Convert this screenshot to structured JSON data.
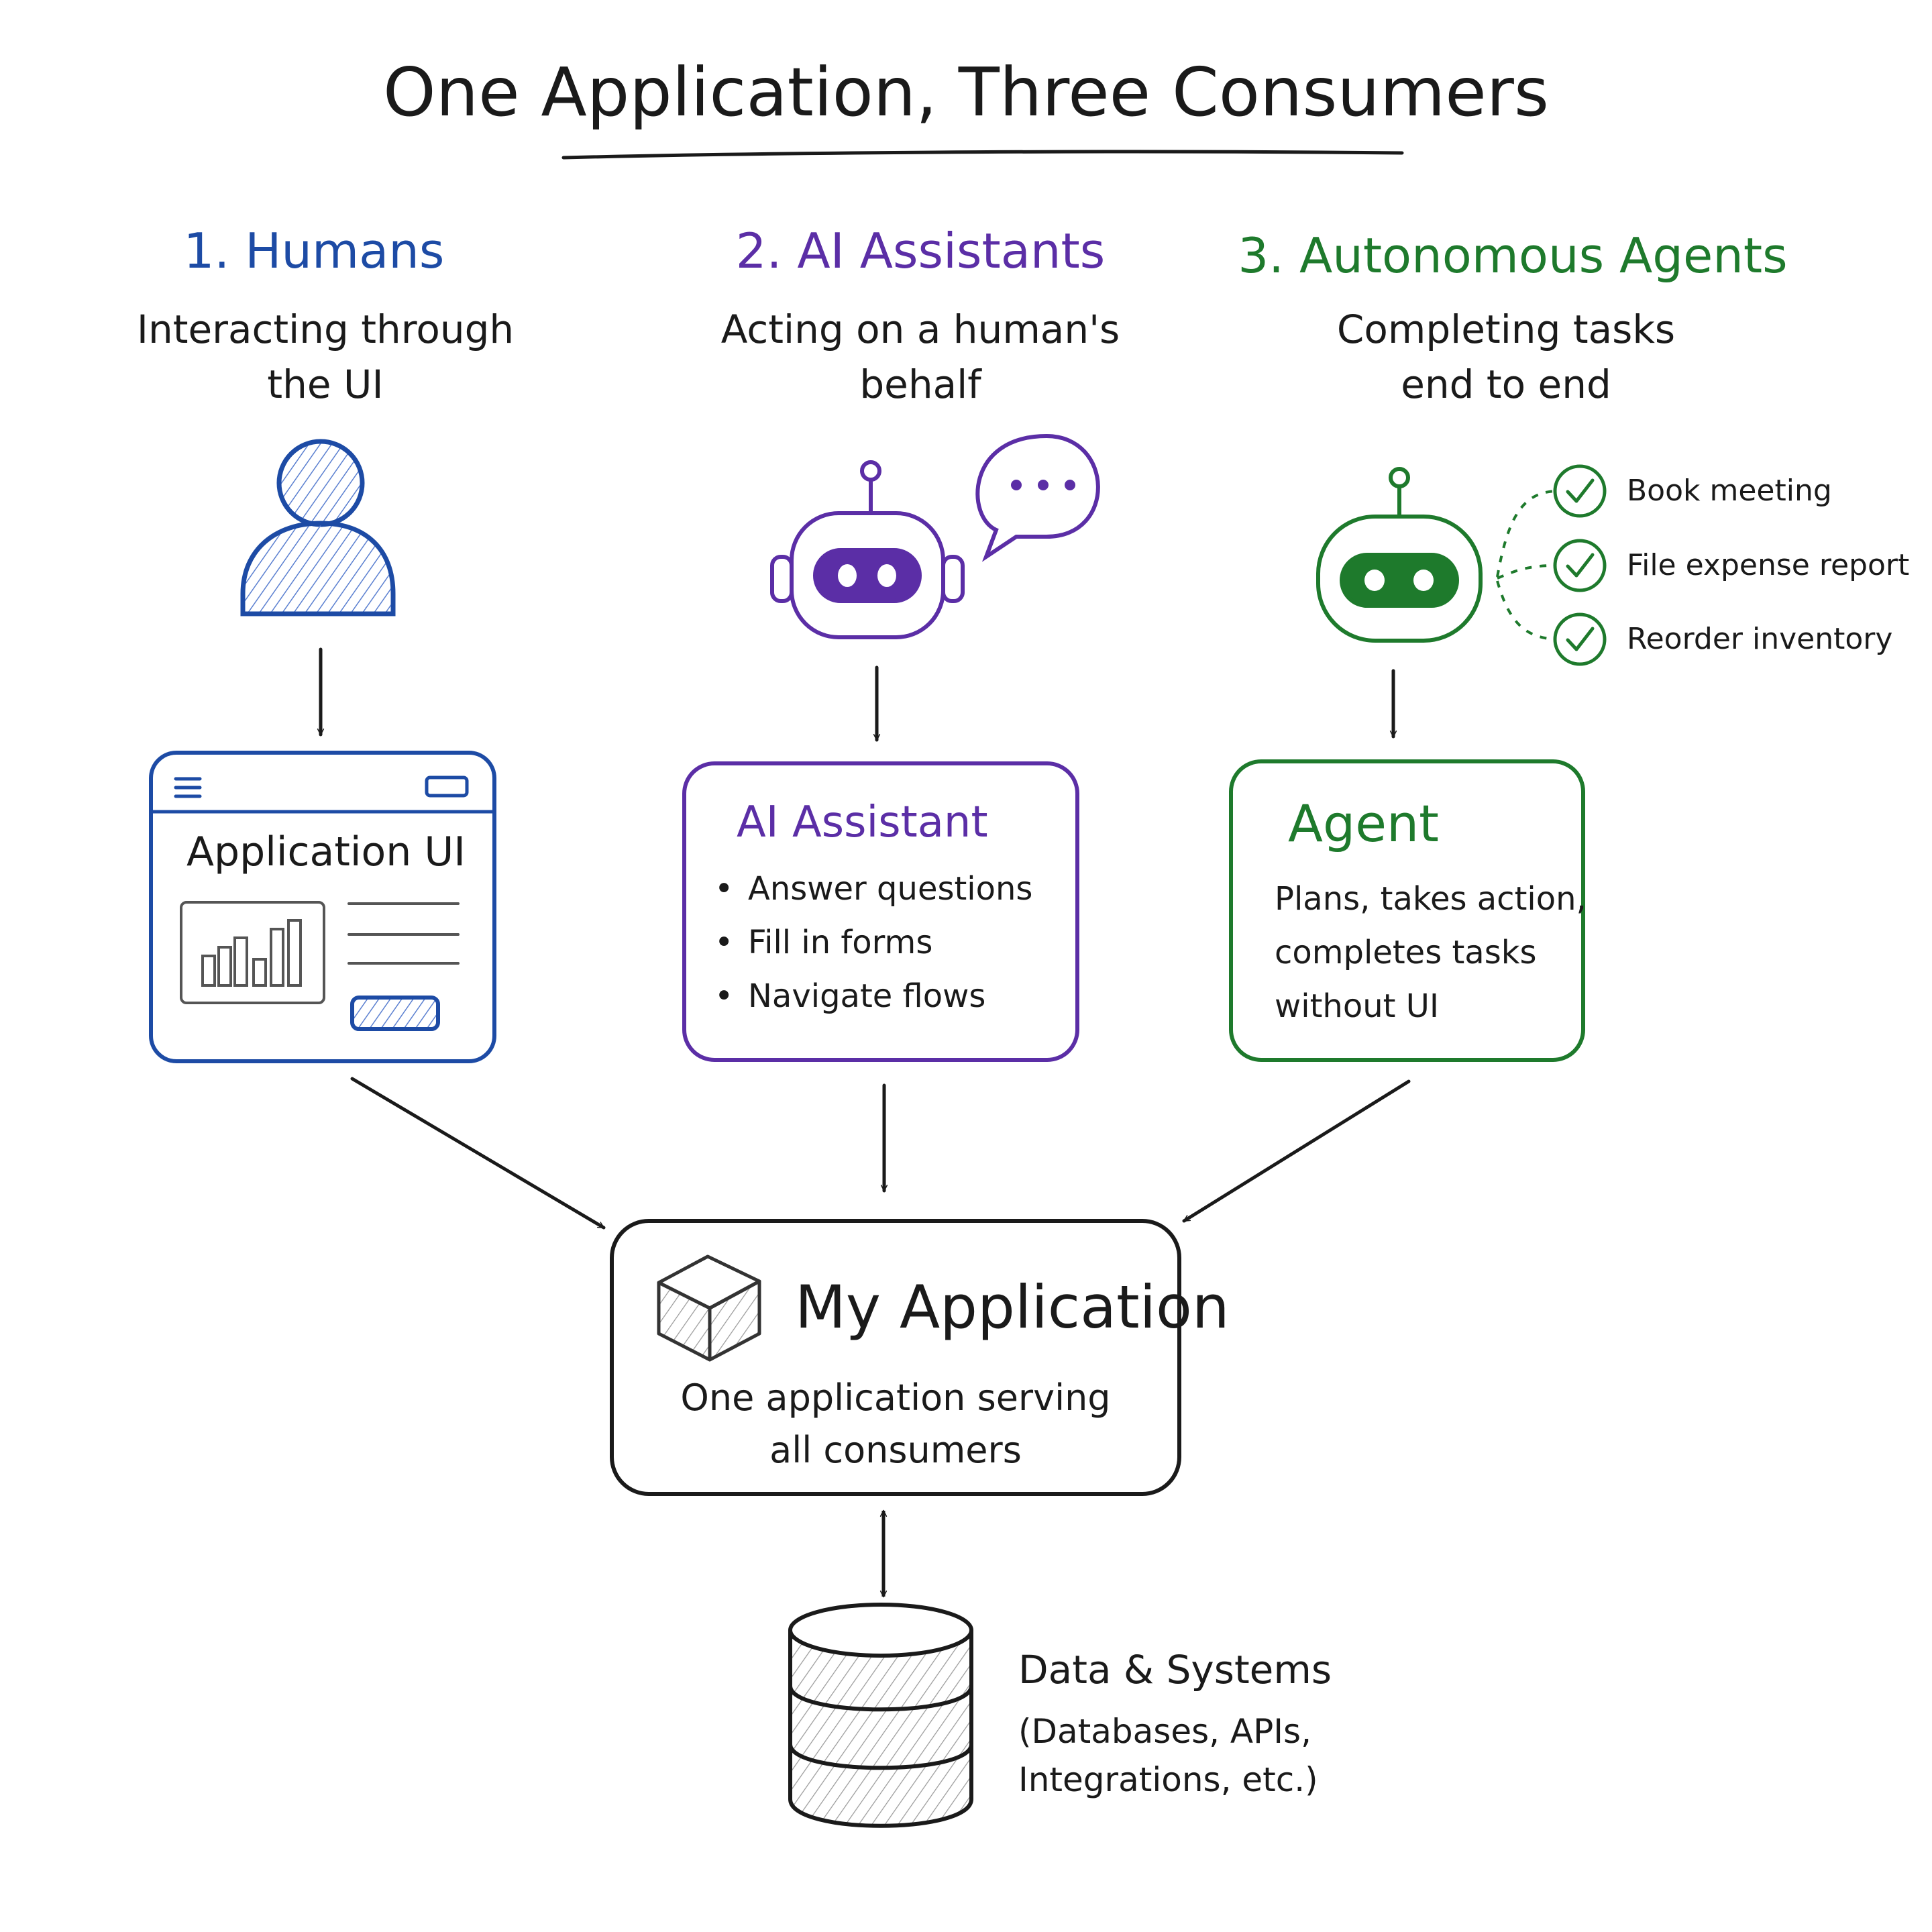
{
  "title": "One Application, Three Consumers",
  "consumers": [
    {
      "heading": "1. Humans",
      "sub_line1": "Interacting through",
      "sub_line2": "the UI",
      "color": "#1d4ba5"
    },
    {
      "heading": "2. AI Assistants",
      "sub_line1": "Acting on a human's",
      "sub_line2": "behalf",
      "color": "#5b2ea6"
    },
    {
      "heading": "3. Autonomous Agents",
      "sub_line1": "Completing tasks",
      "sub_line2": "end to end",
      "color": "#1e7a2c"
    }
  ],
  "agent_tasks": [
    "Book meeting",
    "File expense report",
    "Reorder inventory"
  ],
  "ui_box": {
    "title": "Application UI",
    "icons": [
      "menu-icon",
      "window-button-icon",
      "bar-chart-icon"
    ]
  },
  "assistant_box": {
    "title": "AI Assistant",
    "bullets": [
      "Answer questions",
      "Fill in forms",
      "Navigate flows"
    ]
  },
  "agent_box": {
    "title": "Agent",
    "line1": "Plans, takes action,",
    "line2": "completes tasks",
    "line3": "without UI"
  },
  "app": {
    "title": "My Application",
    "line1": "One application serving",
    "line2": "all consumers",
    "icon": "cube-icon"
  },
  "data": {
    "title": "Data & Systems",
    "line1": "(Databases, APIs,",
    "line2": "Integrations, etc.)",
    "icon": "database-icon"
  }
}
